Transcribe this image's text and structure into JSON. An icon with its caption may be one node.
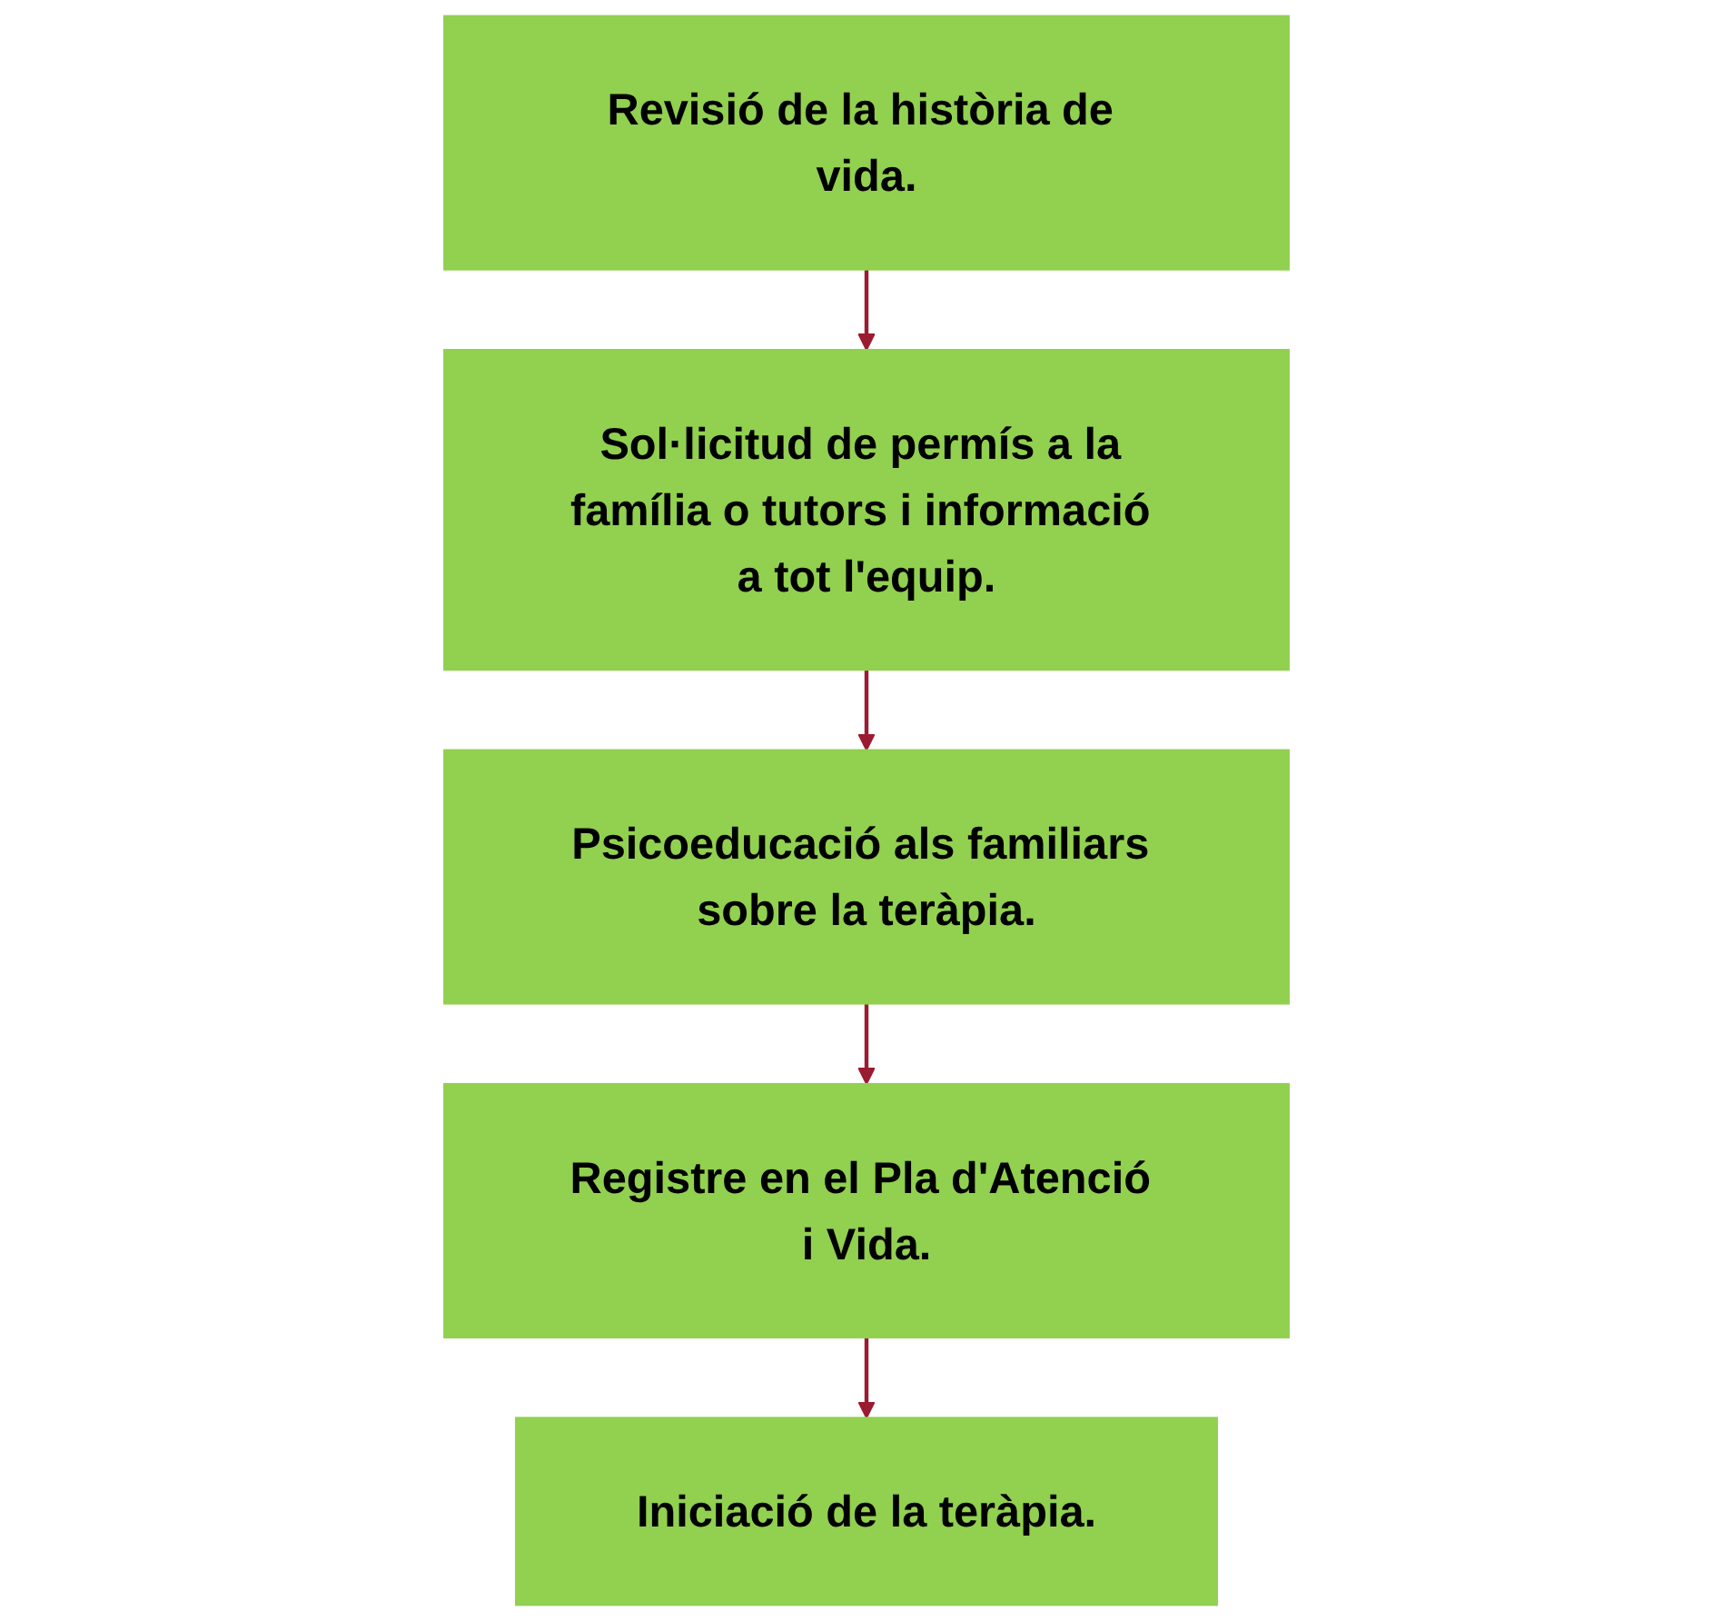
{
  "diagram": {
    "nodes": [
      {
        "text": [
          "Revisió de la història de vida."
        ]
      },
      {
        "text": [
          "Sol·licitud de permís a la família o tutors i informació a tot l'equip."
        ]
      },
      {
        "text": [
          "Psicoeducació als familiars sobre la teràpia."
        ]
      },
      {
        "text": [
          "Registre en el Pla d'Atenció i Vida."
        ]
      },
      {
        "text": [
          "Iniciació de la teràpia."
        ]
      }
    ],
    "edges": [
      {
        "from": 0,
        "to": 1,
        "arrow": "to"
      },
      {
        "from": 1,
        "to": 2,
        "arrow": "to"
      },
      {
        "from": 2,
        "to": 3,
        "arrow": "to"
      },
      {
        "from": 3,
        "to": 4,
        "arrow": "to"
      }
    ]
  }
}
